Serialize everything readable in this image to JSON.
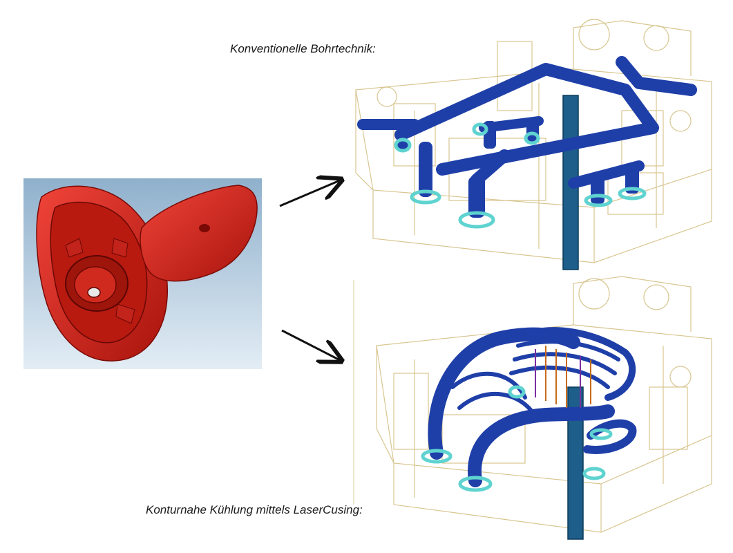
{
  "captions": {
    "conventional": "Konventionelle Bohrtechnik:",
    "conformal": "Konturnahe Kühlung mittels LaserCusing:"
  },
  "colors": {
    "part_red": "#d62a1e",
    "panel_bg": "#a9c3d8",
    "channel_blue": "#1f3fa8",
    "channel_cyan": "#5fd3d0",
    "mold_outline": "#d8c690",
    "arrow": "#111111"
  },
  "icons": {
    "arrow_top": "arrow-right-up",
    "arrow_bottom": "arrow-right-down"
  }
}
